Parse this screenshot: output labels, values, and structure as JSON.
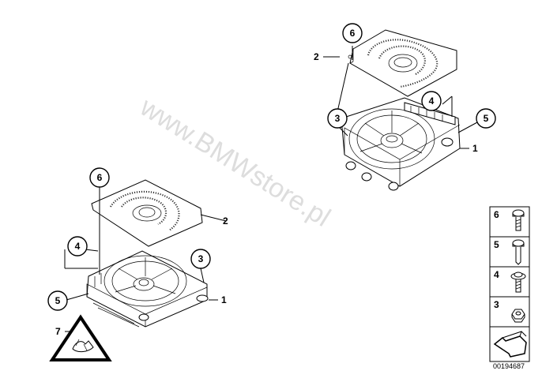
{
  "watermark": "www.BMWstore.pl",
  "diagram_id": "00194687",
  "callouts": {
    "top_6": "6",
    "top_2": "2",
    "top_3": "3",
    "top_4": "4",
    "top_5": "5",
    "top_1": "1",
    "bottom_6": "6",
    "bottom_2": "2",
    "bottom_4": "4",
    "bottom_3": "3",
    "bottom_5": "5",
    "bottom_1": "1",
    "bottom_7": "7"
  },
  "legend": {
    "items": [
      {
        "number": "6",
        "part_icon": "screw-icon"
      },
      {
        "number": "5",
        "part_icon": "bolt-icon"
      },
      {
        "number": "4",
        "part_icon": "collar-screw-icon"
      },
      {
        "number": "3",
        "part_icon": "hex-nut-icon"
      }
    ],
    "arrow_icon": "arrow-icon"
  },
  "warning_icon": "warning-triangle-icon"
}
